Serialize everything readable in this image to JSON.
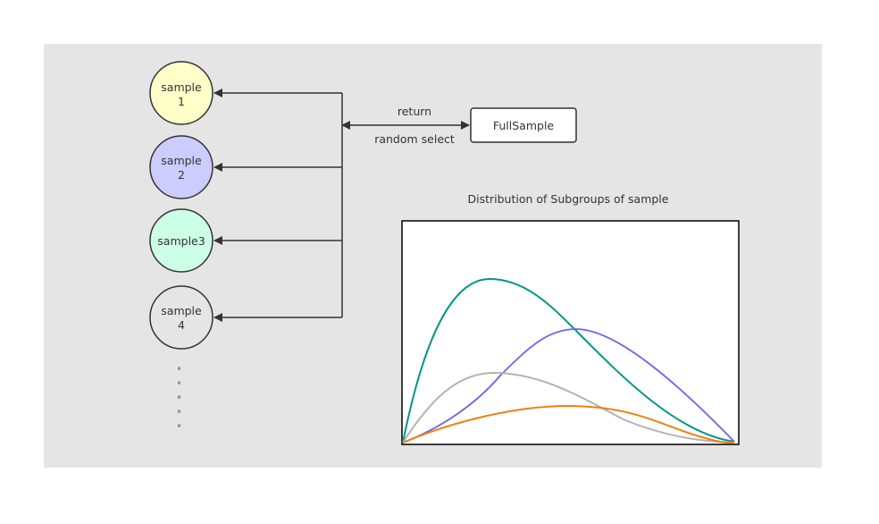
{
  "diagram": {
    "colors": {
      "panel": "#e5e5e5",
      "line": "#333333",
      "sample1": "#ffffc9",
      "sample2": "#ccccff",
      "sample3": "#ccffe6",
      "sample4": "#e5e5e5"
    },
    "samples": [
      {
        "line1": "sample",
        "line2": "1"
      },
      {
        "line1": "sample",
        "line2": "2"
      },
      {
        "line1": "sample3",
        "line2": ""
      },
      {
        "line1": "sample",
        "line2": "4"
      }
    ],
    "ellipsis": [
      "°",
      "°",
      "°",
      "°",
      "°"
    ],
    "full_sample": "FullSample",
    "edge_top_label": "return",
    "edge_bottom_label": "random select",
    "chart_title": "Distribution of Subgroups of sample",
    "curve_colors": [
      "#009688",
      "#6b63f0",
      "#b3b3b3",
      "#f08010"
    ]
  }
}
